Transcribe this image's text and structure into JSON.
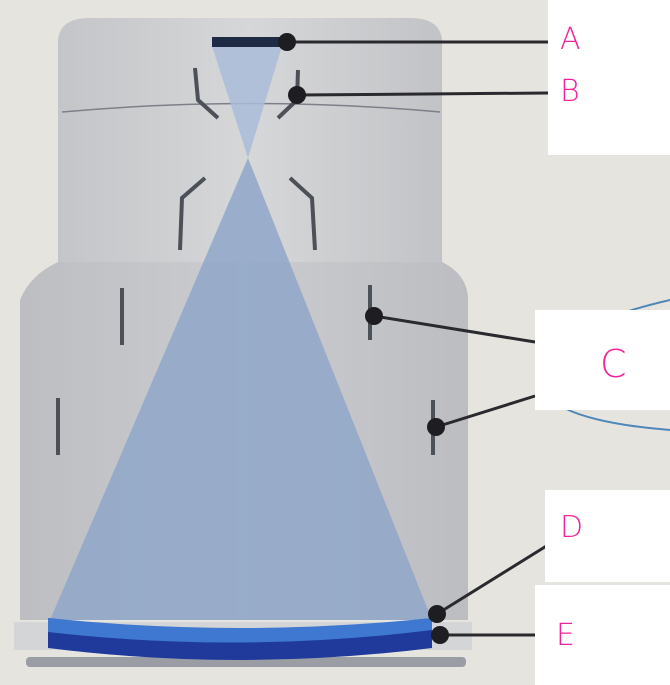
{
  "labels": {
    "a": "A",
    "b": "B",
    "c": "C",
    "d": "D",
    "e": "E"
  },
  "colors": {
    "label_text": "#f0249a",
    "beam": "#8fa7c9",
    "screen_outer": "#1f3a9a",
    "screen_inner": "#3f78d0",
    "leader": "#2a2a2e"
  }
}
